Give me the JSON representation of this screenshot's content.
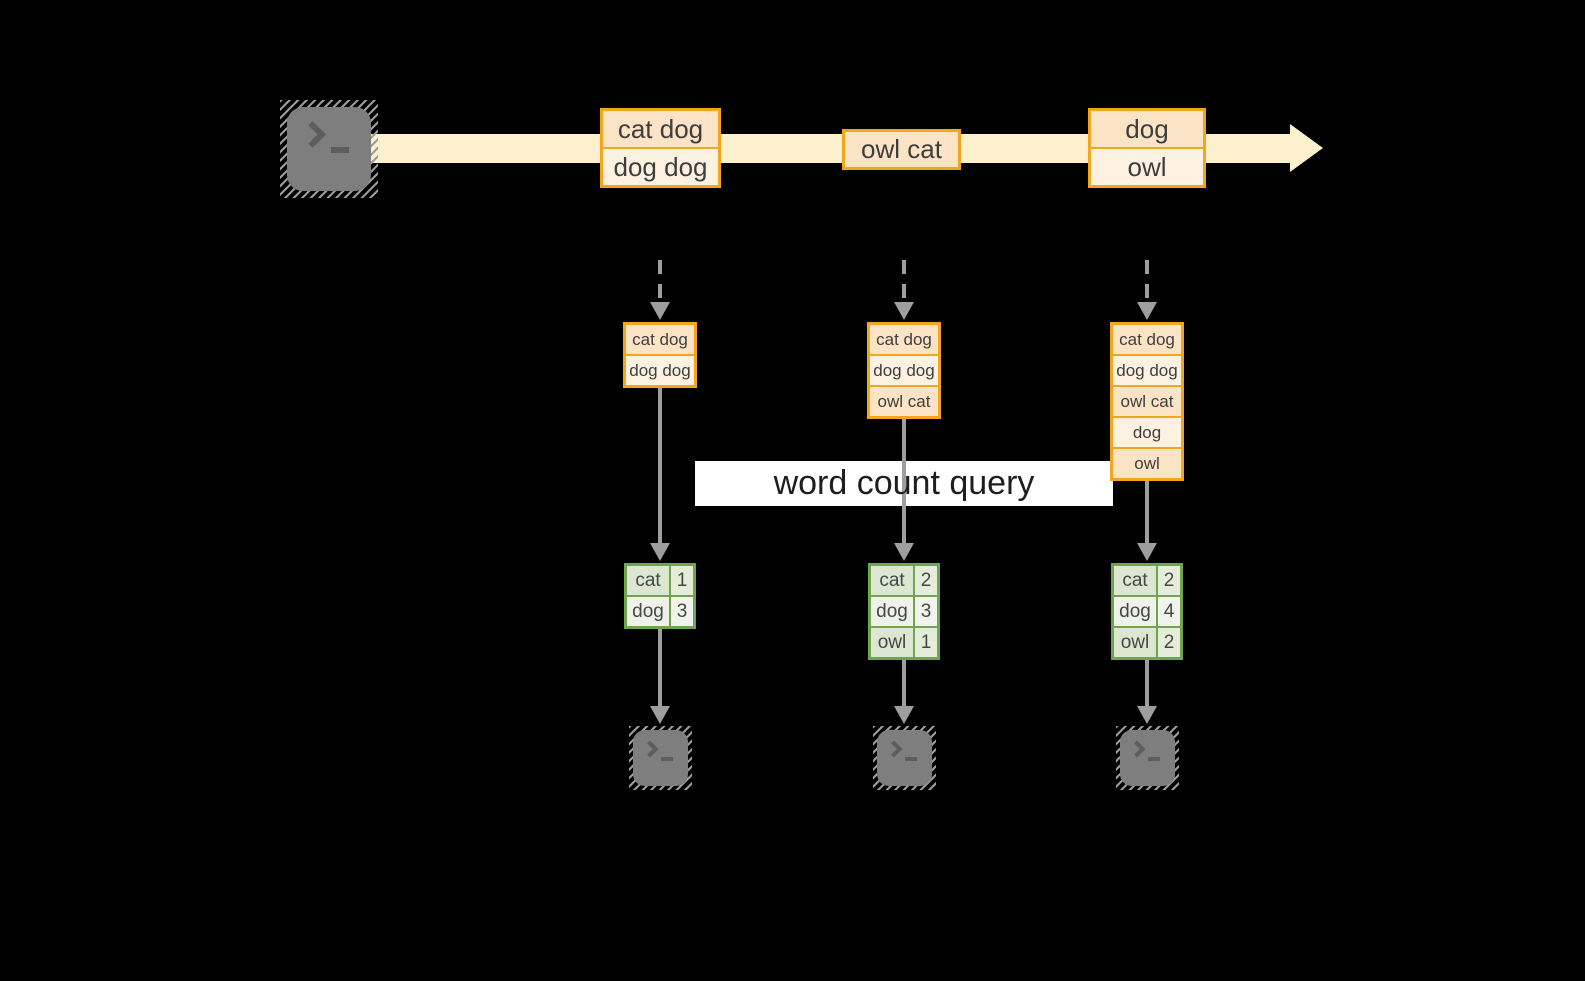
{
  "diagram": {
    "query_label": "word count query",
    "stream_events": [
      {
        "lines": [
          "cat dog",
          "dog dog"
        ]
      },
      {
        "lines": [
          "owl cat"
        ]
      },
      {
        "lines": [
          "dog",
          "owl"
        ]
      }
    ],
    "buffers": [
      {
        "rows": [
          "cat dog",
          "dog dog"
        ]
      },
      {
        "rows": [
          "cat dog",
          "dog dog",
          "owl cat"
        ]
      },
      {
        "rows": [
          "cat dog",
          "dog dog",
          "owl cat",
          "dog",
          "owl"
        ]
      }
    ],
    "count_tables": [
      {
        "rows": [
          {
            "word": "cat",
            "count": "1"
          },
          {
            "word": "dog",
            "count": "3"
          }
        ]
      },
      {
        "rows": [
          {
            "word": "cat",
            "count": "2"
          },
          {
            "word": "dog",
            "count": "3"
          },
          {
            "word": "owl",
            "count": "1"
          }
        ]
      },
      {
        "rows": [
          {
            "word": "cat",
            "count": "2"
          },
          {
            "word": "dog",
            "count": "4"
          },
          {
            "word": "owl",
            "count": "2"
          }
        ]
      }
    ],
    "icons": {
      "source": "terminal-icon",
      "sinks": [
        "terminal-icon",
        "terminal-icon",
        "terminal-icon"
      ]
    },
    "colors": {
      "background": "#000000",
      "stream_band": "#fdf1cd",
      "orange_border": "#f0a71e",
      "peach_fill": "#fbe3c5",
      "cream_fill": "#fdf2e2",
      "green_border": "#6fa64d",
      "green_dark_fill": "#dce6d0",
      "green_light_fill": "#eef2e9",
      "arrow_gray": "#9e9e9e",
      "terminal_gray": "#7e7e7e",
      "query_box": "#ffffff"
    }
  }
}
